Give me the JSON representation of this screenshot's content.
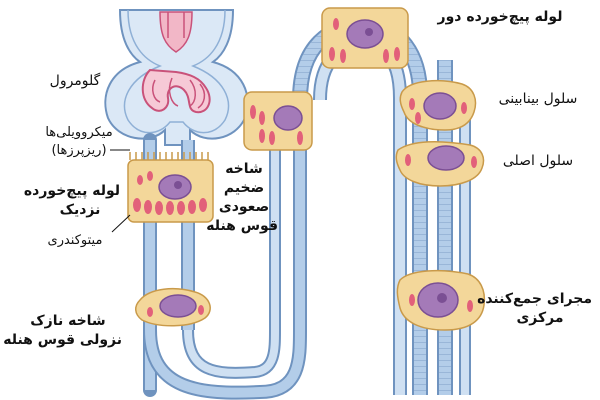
{
  "labels": {
    "glomerulus": "گلومرول",
    "microvilli": "میکروویلی‌ها",
    "brush_border": "(ریزپرزها)",
    "pct_line1": "لوله پیچ‌خورده",
    "pct_line2": "نزدیک",
    "mitochondria": "میتوکندری",
    "thin_desc_line1": "شاخه نازک",
    "thin_desc_line2": "نزولی قوس هنله",
    "thick_asc_line1": "شاخه",
    "thick_asc_line2": "ضخیم",
    "thick_asc_line3": "صعودی",
    "thick_asc_line4": "قوس هنله",
    "dct": "لوله پیچ‌خورده دور",
    "intercalated": "سلول بینابینی",
    "principal": "سلول اصلی",
    "collecting_line1": "مجرای جمع‌کننده",
    "collecting_line2": "مرکزی"
  },
  "colors": {
    "tubule_wall": "#a9c6e6",
    "tubule_line": "#6f93bf",
    "cell_fill": "#f3d79a",
    "cell_stroke": "#c99a4a",
    "nucleus": "#a47ab8",
    "nucleus_dark": "#7b4f94",
    "mito": "#e2607a",
    "glomerulus_fill": "#f2b7c7",
    "glomerulus_line": "#c9527a"
  }
}
